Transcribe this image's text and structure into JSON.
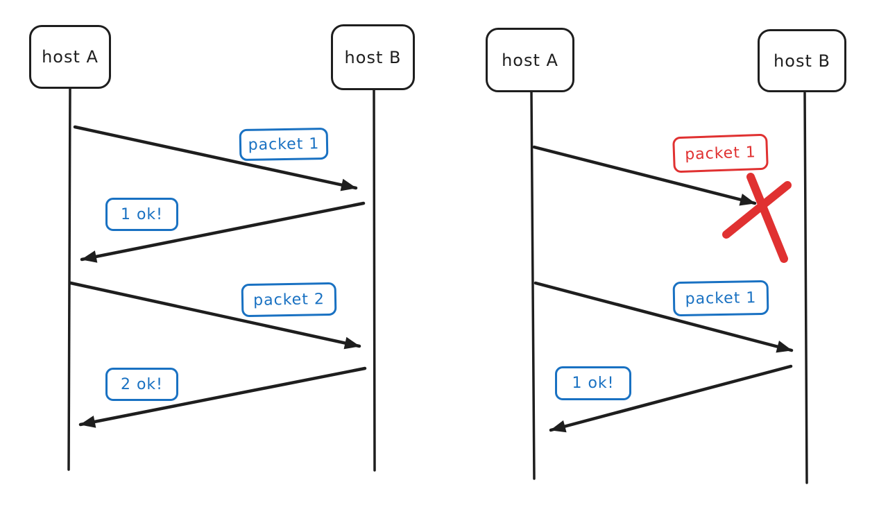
{
  "colors": {
    "ink": "#1e1e1e",
    "blue": "#1971c2",
    "red": "#e03131",
    "background": "#ffffff"
  },
  "left_diagram": {
    "host_a_label": "host A",
    "host_b_label": "host B",
    "messages": [
      {
        "label": "packet 1",
        "from": "host A",
        "to": "host B",
        "status": "delivered",
        "color": "#1971c2"
      },
      {
        "label": "1 ok!",
        "from": "host B",
        "to": "host A",
        "status": "delivered",
        "color": "#1971c2"
      },
      {
        "label": "packet 2",
        "from": "host A",
        "to": "host B",
        "status": "delivered",
        "color": "#1971c2"
      },
      {
        "label": "2 ok!",
        "from": "host B",
        "to": "host A",
        "status": "delivered",
        "color": "#1971c2"
      }
    ]
  },
  "right_diagram": {
    "host_a_label": "host A",
    "host_b_label": "host B",
    "messages": [
      {
        "label": "packet 1",
        "from": "host A",
        "to": "host B",
        "status": "lost",
        "color": "#e03131"
      },
      {
        "label": "packet 1",
        "from": "host A",
        "to": "host B",
        "status": "delivered",
        "color": "#1971c2"
      },
      {
        "label": "1 ok!",
        "from": "host B",
        "to": "host A",
        "status": "delivered",
        "color": "#1971c2"
      }
    ]
  }
}
